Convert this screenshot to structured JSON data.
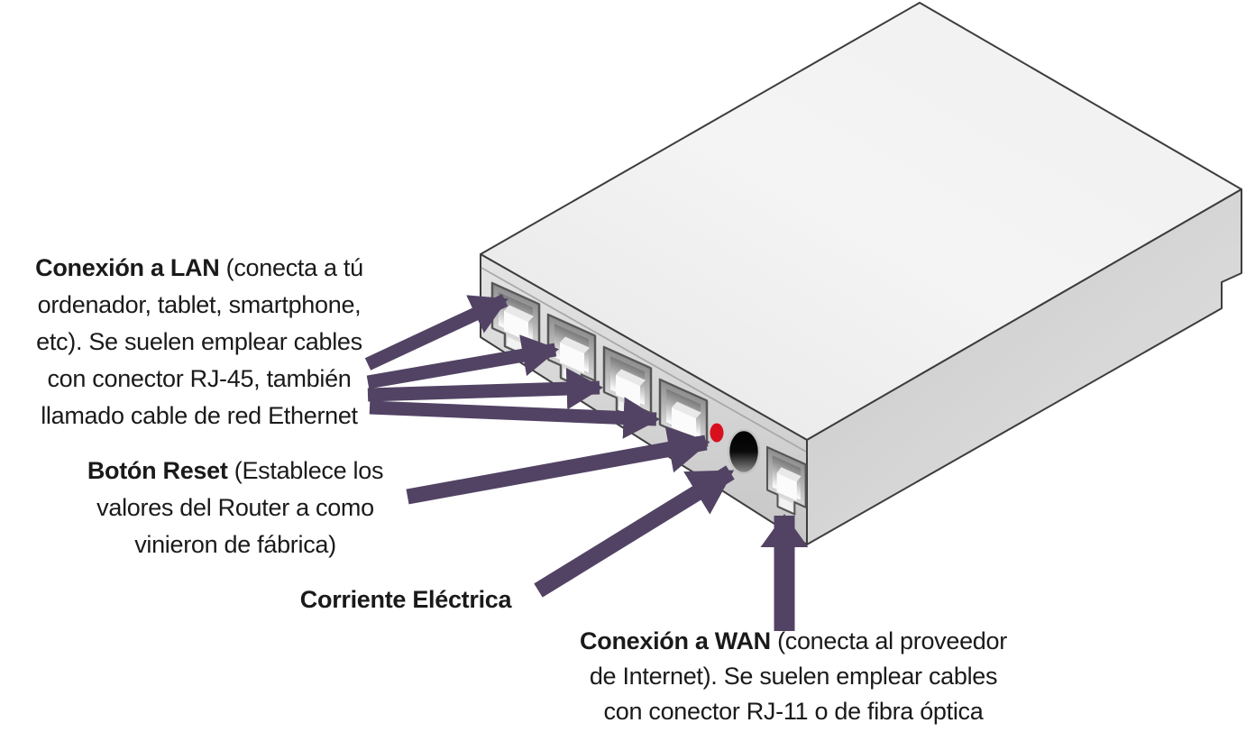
{
  "colors": {
    "background": "#ffffff",
    "arrow_purple": "#524364",
    "reset_button_red": "#d8101e",
    "power_connector_black": "#000000",
    "router_top_face": "#f2f2f2",
    "router_front_face": "#d2d2d2",
    "router_side_face": "#c9c9c9",
    "outline": "#3d3d3d",
    "text": "#1a1a1a"
  },
  "diagram": {
    "lan_ports": 4,
    "wan_ports": 1,
    "reset_buttons": 1,
    "power_connectors": 1
  },
  "annotations": {
    "lan": {
      "title": "Conexión a LAN",
      "line1_rest": " (conecta a tú",
      "line2": "ordenador, tablet, smartphone,",
      "line3": "etc). Se suelen emplear cables",
      "line4": "con conector RJ-45, también",
      "line5": "llamado cable de red Ethernet"
    },
    "reset": {
      "title": "Botón Reset",
      "line1_rest": " (Establece los",
      "line2": "valores del Router a como",
      "line3": "vinieron de fábrica)"
    },
    "power": {
      "title": "Corriente Eléctrica"
    },
    "wan": {
      "title": "Conexión a WAN",
      "line1_rest": " (conecta al proveedor",
      "line2": "de Internet). Se suelen emplear cables",
      "line3": "con conector RJ-11 o de fibra óptica"
    }
  }
}
